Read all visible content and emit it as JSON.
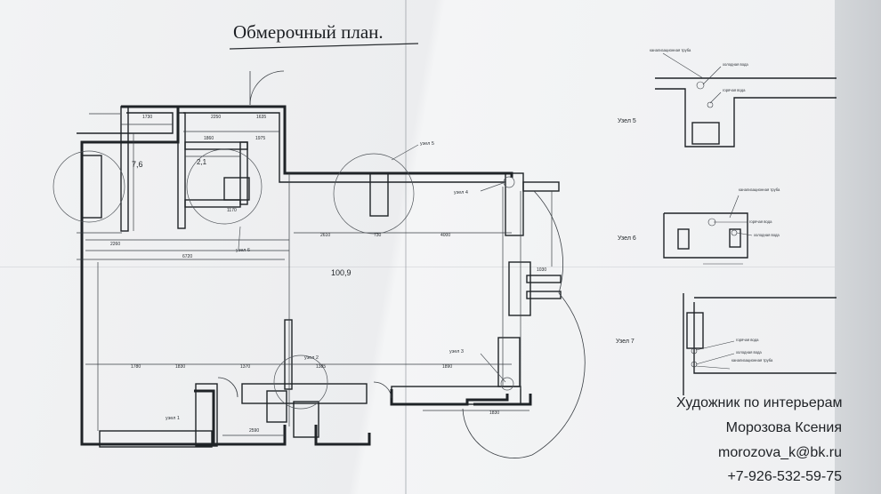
{
  "title": "Обмерочный план.",
  "area_small": "7,6",
  "area_bath": "2,1",
  "area_main": "100,9",
  "dims": {
    "d1730": "1730",
    "d2250": "2250",
    "d1635": "1635",
    "d1860": "1860",
    "d1975": "1975",
    "d2260": "2260",
    "d6720": "6720",
    "d2610": "2610",
    "d730": "730",
    "d4000": "4000",
    "d1780": "1780",
    "d1830": "1830",
    "d1370": "1370",
    "d1385": "1385",
    "d1890": "1890",
    "d2590": "2590",
    "d1030": "1030",
    "d1170": "1170",
    "d1830b": "1830"
  },
  "nodes": {
    "n4": "узел 4",
    "n5": "узел 5",
    "n6": "узел 6",
    "n3": "узел 3",
    "n2": "узел 2",
    "n1": "узел 1"
  },
  "details": {
    "u5": "Узел 5",
    "u6": "Узел 6",
    "u7": "Узел 7",
    "kanal": "канализационная труба",
    "cold": "холодная вода",
    "hot": "горячая вода"
  },
  "signature": {
    "role": "Художник по интерьерам",
    "name": "Морозова Ксения",
    "email": "morozova_k@bk.ru",
    "phone": "+7-926-532-59-75"
  }
}
